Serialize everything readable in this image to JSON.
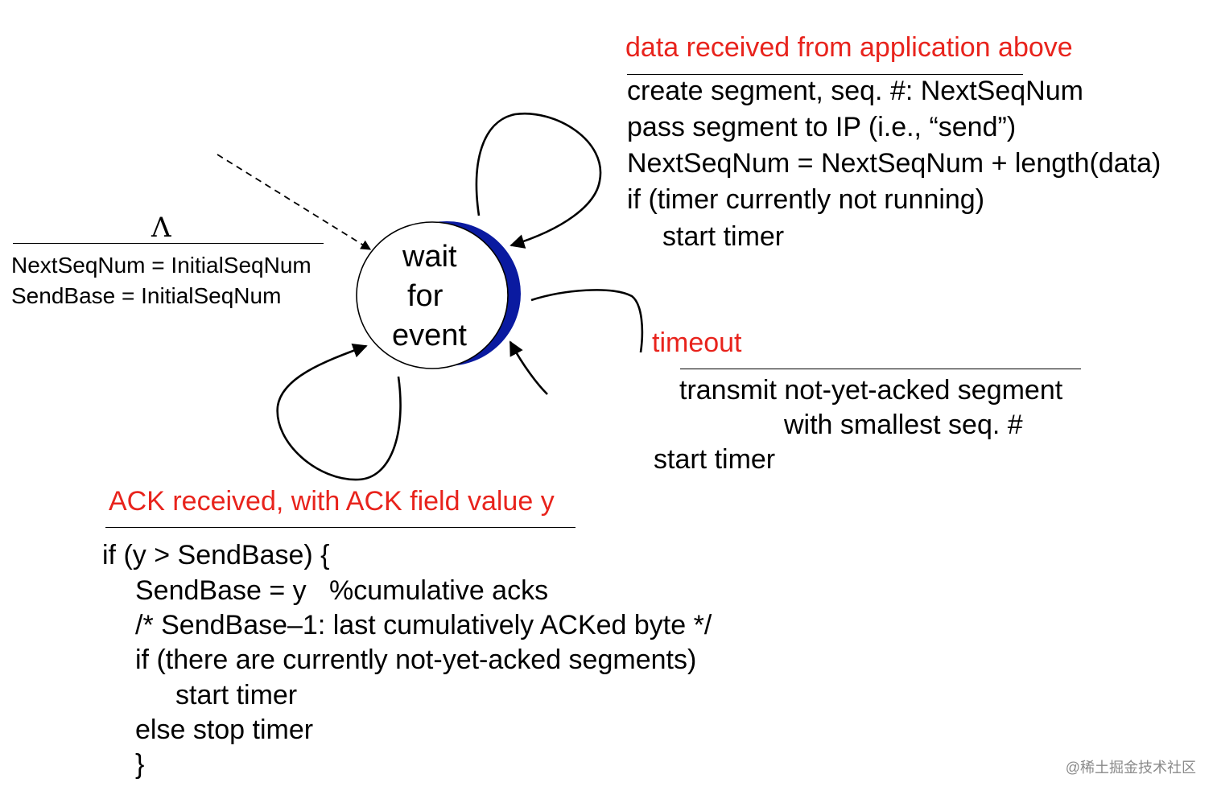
{
  "state": {
    "label_lines": [
      "wait",
      "for",
      "event"
    ]
  },
  "initial_transition": {
    "event": "Λ",
    "actions": [
      "NextSeqNum = InitialSeqNum",
      "SendBase = InitialSeqNum"
    ]
  },
  "data_transition": {
    "event": "data received from application above",
    "actions": [
      "create segment, seq. #: NextSeqNum",
      "pass segment to IP (i.e., “send”)",
      "NextSeqNum = NextSeqNum + length(data)",
      "if (timer currently not running)",
      "start timer"
    ]
  },
  "timeout_transition": {
    "event": "timeout",
    "actions": [
      "transmit not-yet-acked segment",
      "with smallest seq. #",
      "start timer"
    ]
  },
  "ack_transition": {
    "event": "ACK received, with ACK field value y",
    "actions": [
      "if (y > SendBase) {",
      "SendBase = y   %cumulative acks",
      "/* SendBase–1: last cumulatively ACKed byte */",
      "if (there are currently not-yet-acked segments)",
      "start timer",
      "else stop timer",
      "}"
    ]
  },
  "watermark": "@稀土掘金技术社区",
  "colors": {
    "event_text": "#e8231c",
    "state_shadow": "#0a1aa0",
    "line": "#000000"
  }
}
